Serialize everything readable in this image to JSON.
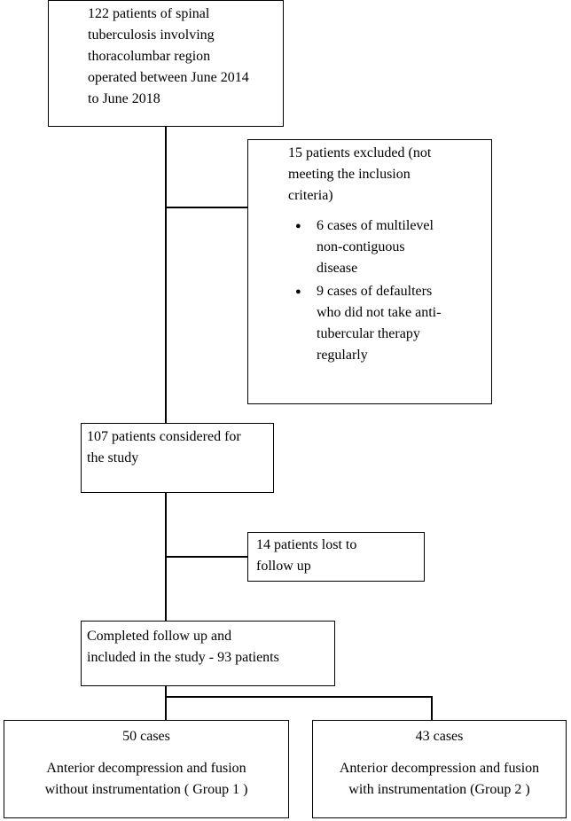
{
  "box_start": {
    "lines": [
      "122 patients of spinal",
      "tuberculosis involving",
      "thoracolumbar region",
      "operated between June 2014",
      "to June 2018"
    ]
  },
  "box_excluded": {
    "lines": [
      "15 patients excluded  (not",
      "meeting the inclusion",
      "criteria)"
    ],
    "items": [
      {
        "lines": [
          "6 cases of multilevel",
          "non-contiguous",
          "disease"
        ]
      },
      {
        "lines": [
          "9 cases of defaulters",
          "who did not take anti-",
          "tubercular therapy",
          "regularly"
        ]
      }
    ]
  },
  "box_considered": {
    "lines": [
      "107 patients considered for",
      "the study"
    ]
  },
  "box_lost": {
    "lines": [
      "14 patients lost to",
      "follow up"
    ]
  },
  "box_completed": {
    "lines": [
      "Completed follow up and",
      "included in the study - 93 patients"
    ]
  },
  "box_group1": {
    "count": "50 cases",
    "lines": [
      "Anterior decompression and fusion",
      "without instrumentation ( Group 1 )"
    ]
  },
  "box_group2": {
    "count": "43 cases",
    "lines": [
      "Anterior decompression and fusion",
      "with instrumentation (Group 2 )"
    ]
  }
}
